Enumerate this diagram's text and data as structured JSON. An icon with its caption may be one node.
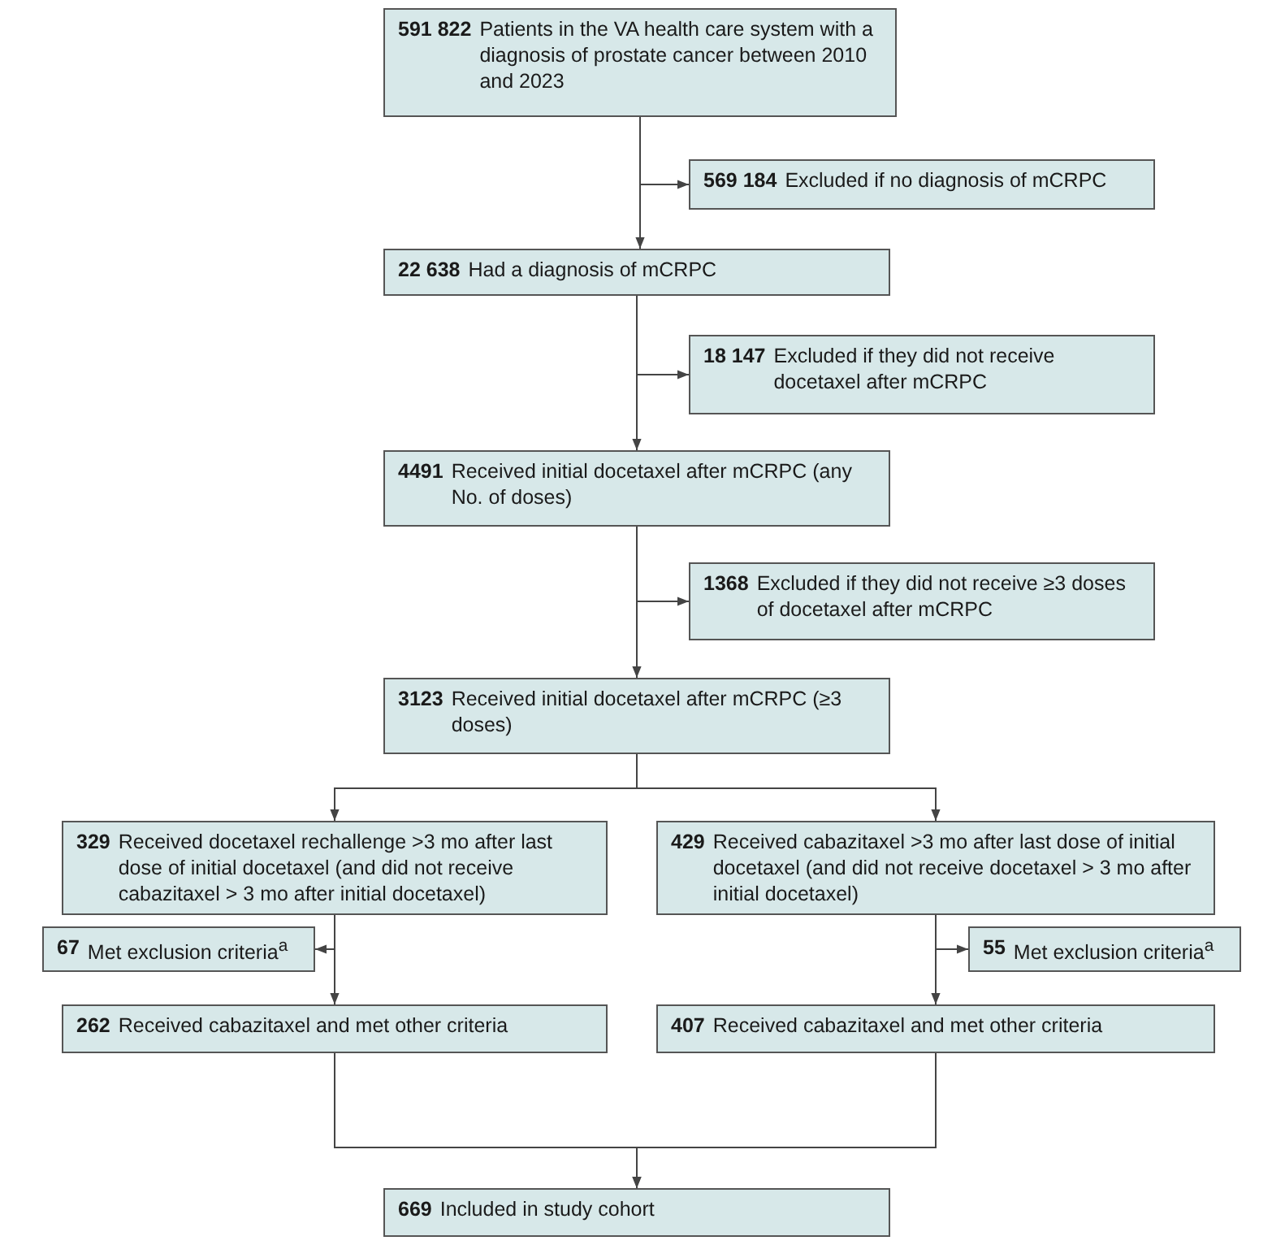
{
  "diagram": {
    "nodes": [
      {
        "text": [
          "591 822",
          "Patients in the VA health care system with a diagnosis of prostate cancer between 2010 and 2023"
        ]
      },
      {
        "text": [
          "569 184",
          "Excluded if no diagnosis of mCRPC"
        ]
      },
      {
        "text": [
          "22 638",
          "Had a diagnosis of mCRPC"
        ]
      },
      {
        "text": [
          "18 147",
          "Excluded if they did not receive docetaxel after mCRPC"
        ]
      },
      {
        "text": [
          "4491",
          "Received initial docetaxel after mCRPC (any No. of doses)"
        ]
      },
      {
        "text": [
          "1368",
          "Excluded if they did not receive ≥3 doses of docetaxel after mCRPC"
        ]
      },
      {
        "text": [
          "3123",
          "Received initial docetaxel after mCRPC (≥3 doses)"
        ]
      },
      {
        "text": [
          "329",
          "Received docetaxel rechallenge >3 mo after last dose of initial docetaxel (and did not receive cabazitaxel > 3 mo after initial docetaxel)"
        ]
      },
      {
        "text": [
          "429",
          "Received cabazitaxel >3 mo after last dose of initial docetaxel (and did not receive docetaxel > 3 mo after initial docetaxel)"
        ]
      },
      {
        "text": [
          "67",
          "Met exclusion criteria$^{a}$"
        ]
      },
      {
        "text": [
          "55",
          "Met exclusion criteria$^{a}$"
        ]
      },
      {
        "text": [
          "262",
          "Received cabazitaxel and met other criteria"
        ]
      },
      {
        "text": [
          "407",
          "Received cabazitaxel and met other criteria"
        ]
      },
      {
        "text": [
          "669",
          "Included in study cohort"
        ]
      }
    ],
    "edges": [
      {
        "from": 0,
        "to": 2,
        "arrow": "to"
      },
      {
        "from": 0,
        "to": 1,
        "arrow": "to"
      },
      {
        "from": 2,
        "to": 4,
        "arrow": "to"
      },
      {
        "from": 2,
        "to": 3,
        "arrow": "to"
      },
      {
        "from": 4,
        "to": 6,
        "arrow": "to"
      },
      {
        "from": 4,
        "to": 5,
        "arrow": "to"
      },
      {
        "from": 6,
        "to": 7,
        "arrow": "to"
      },
      {
        "from": 6,
        "to": 8,
        "arrow": "to"
      },
      {
        "from": 7,
        "to": 9,
        "arrow": "to"
      },
      {
        "from": 7,
        "to": 11,
        "arrow": "to"
      },
      {
        "from": 8,
        "to": 10,
        "arrow": "to"
      },
      {
        "from": 8,
        "to": 12,
        "arrow": "to"
      },
      {
        "from": 11,
        "to": 13,
        "arrow": "to"
      },
      {
        "from": 12,
        "to": 13,
        "arrow": "to"
      }
    ]
  }
}
